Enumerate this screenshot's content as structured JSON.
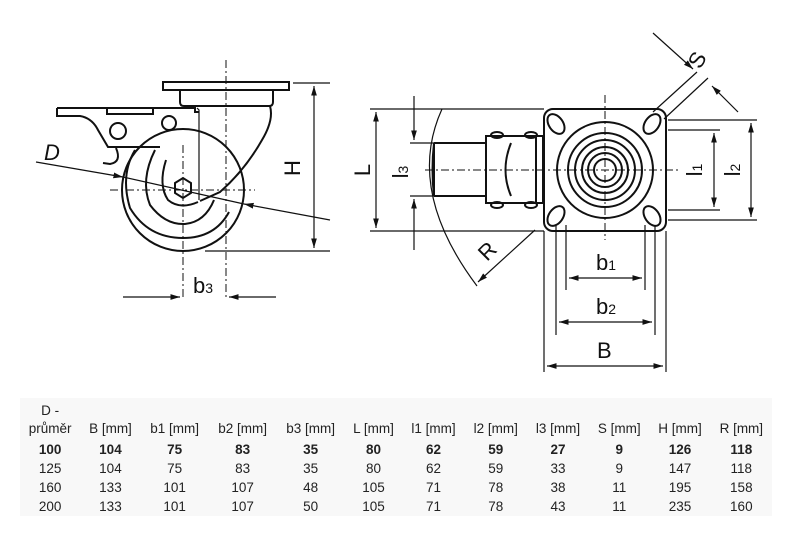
{
  "drawing": {
    "side_view_labels": {
      "D": "D",
      "H": "H",
      "b3": "b",
      "b3_sub": "3"
    },
    "top_view_labels": {
      "L": "L",
      "l3": "l",
      "l3_sub": "3",
      "R": "R",
      "S": "S",
      "l1": "l",
      "l1_sub": "1",
      "l2": "l",
      "l2_sub": "2",
      "b1": "b",
      "b1_sub": "1",
      "b2": "b",
      "b2_sub": "2",
      "B": "B"
    }
  },
  "table": {
    "headers": [
      "D - průměr",
      "B [mm]",
      "b1 [mm]",
      "b2 [mm]",
      "b3 [mm]",
      "L [mm]",
      "l1 [mm]",
      "l2 [mm]",
      "l3 [mm]",
      "S [mm]",
      "H [mm]",
      "R [mm]"
    ],
    "header_D_line1": "D -",
    "header_D_line2": "průměr",
    "rows": [
      {
        "highlighted": true,
        "cells": [
          "100",
          "104",
          "75",
          "83",
          "35",
          "80",
          "62",
          "59",
          "27",
          "9",
          "126",
          "118"
        ]
      },
      {
        "highlighted": false,
        "cells": [
          "125",
          "104",
          "75",
          "83",
          "35",
          "80",
          "62",
          "59",
          "33",
          "9",
          "147",
          "118"
        ]
      },
      {
        "highlighted": false,
        "cells": [
          "160",
          "133",
          "101",
          "107",
          "48",
          "105",
          "71",
          "78",
          "38",
          "11",
          "195",
          "158"
        ]
      },
      {
        "highlighted": false,
        "cells": [
          "200",
          "133",
          "101",
          "107",
          "50",
          "105",
          "71",
          "78",
          "43",
          "11",
          "235",
          "160"
        ]
      }
    ]
  }
}
